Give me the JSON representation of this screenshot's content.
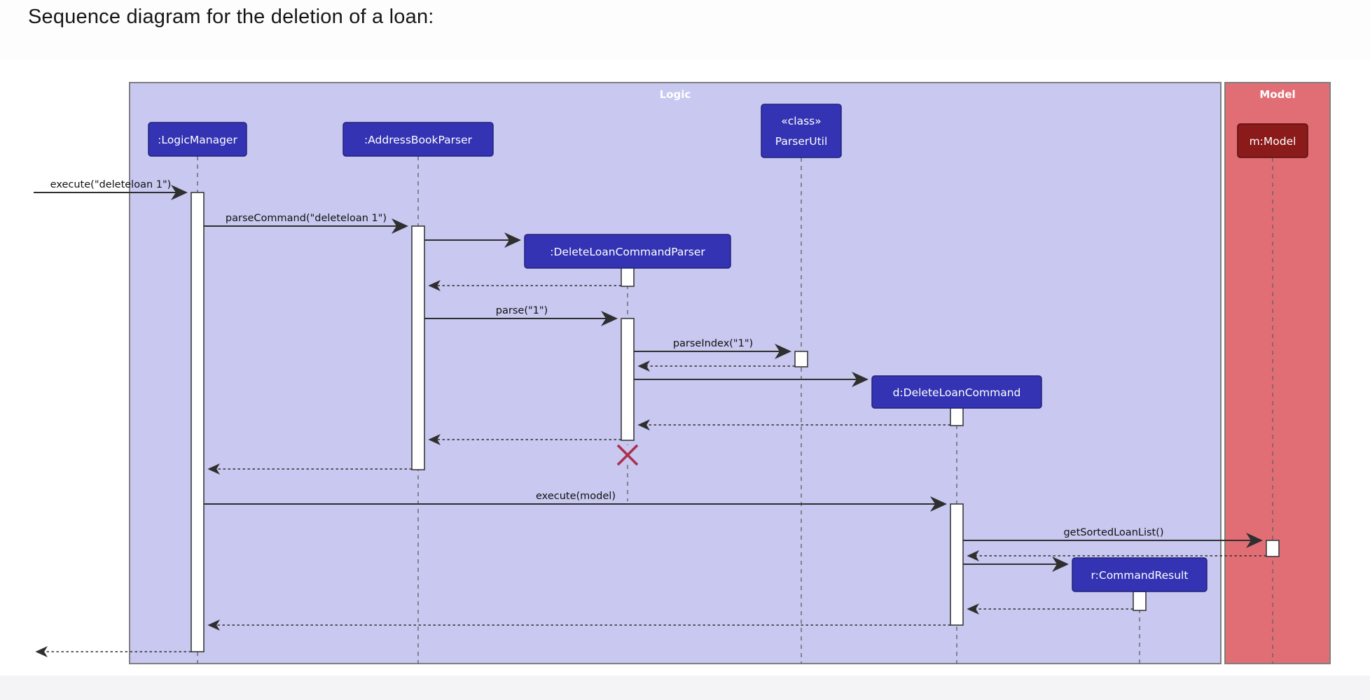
{
  "page": {
    "title": "Sequence diagram for the deletion of a loan:"
  },
  "frames": [
    {
      "label": "Logic"
    },
    {
      "label": "Model"
    }
  ],
  "participants": [
    {
      "label": ":LogicManager"
    },
    {
      "label": ":AddressBookParser"
    },
    {
      "label": "«class»",
      "label2": "ParserUtil"
    },
    {
      "label": "m:Model"
    },
    {
      "label": ":DeleteLoanCommandParser"
    },
    {
      "label": "d:DeleteLoanCommand"
    },
    {
      "label": "r:CommandResult"
    }
  ],
  "messages": [
    {
      "label": "execute(\"deleteloan 1\")"
    },
    {
      "label": "parseCommand(\"deleteloan 1\")"
    },
    {
      "label": "parse(\"1\")"
    },
    {
      "label": "parseIndex(\"1\")"
    },
    {
      "label": "execute(model)"
    },
    {
      "label": "getSortedLoanList()"
    }
  ],
  "colors": {
    "logic_frame_fill": "#c8c8f0",
    "model_frame_fill": "#e26e75",
    "frame_border": "#7f7f7f",
    "participant_box": "#3333b3",
    "model_box": "#8b1a1a",
    "destroy_x": "#ab2f4d"
  }
}
